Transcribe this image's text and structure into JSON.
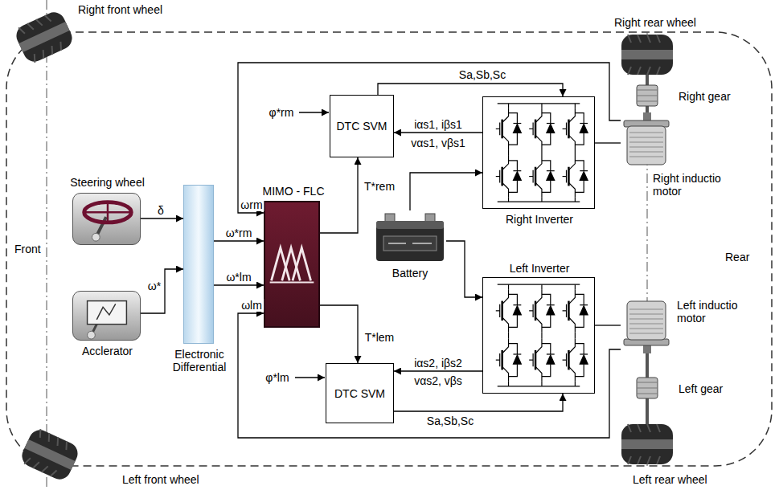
{
  "diagram": {
    "nodes": [
      {
        "text": [
          "Steering wheel"
        ]
      },
      {
        "text": [
          "Acclerator"
        ]
      },
      {
        "text": [
          "Electronic Differential"
        ]
      },
      {
        "text": [
          "MIMO - FLC"
        ]
      },
      {
        "text": [
          "DTC SVM"
        ]
      },
      {
        "text": [
          "DTC SVM"
        ]
      },
      {
        "text": [
          "Battery"
        ]
      },
      {
        "text": [
          "Right Inverter"
        ]
      },
      {
        "text": [
          "Left Inverter"
        ]
      },
      {
        "text": [
          "Right inductio motor"
        ]
      },
      {
        "text": [
          "Left inductio motor"
        ]
      }
    ],
    "edges": [
      {
        "from": 0,
        "to": 2,
        "label": "δ",
        "arrow": "to"
      },
      {
        "from": 1,
        "to": 2,
        "label": "ω*",
        "arrow": "to"
      },
      {
        "from": 2,
        "to": 3,
        "label": "ω*rm",
        "arrow": "to"
      },
      {
        "from": 2,
        "to": 3,
        "label": "ω*lm",
        "arrow": "to"
      },
      {
        "from": 9,
        "to": 3,
        "label": "ωrm",
        "arrow": "to"
      },
      {
        "from": 10,
        "to": 3,
        "label": "ωlm",
        "arrow": "to"
      },
      {
        "from": 3,
        "to": 4,
        "label": "T*rem",
        "arrow": "to"
      },
      {
        "from": 3,
        "to": 5,
        "label": "T*lem",
        "arrow": "to"
      },
      {
        "from": 4,
        "to": 7,
        "label": "Sa,Sb,Sc",
        "arrow": "to"
      },
      {
        "from": 7,
        "to": 4,
        "label": "iαs1, iβs1",
        "arrow": "to"
      },
      {
        "from": 6,
        "to": 7,
        "arrow": "to"
      },
      {
        "from": 6,
        "to": 8,
        "arrow": "to"
      },
      {
        "from": 5,
        "to": 8,
        "label": "Sa,Sb,Sc",
        "arrow": "to"
      },
      {
        "from": 8,
        "to": 5,
        "label": "iαs2, iβs2",
        "arrow": "to"
      },
      {
        "from": 7,
        "to": 9,
        "arrow": "none"
      },
      {
        "from": 8,
        "to": 10,
        "arrow": "none"
      }
    ],
    "labels": [
      "Right front wheel",
      "Right rear wheel",
      "Front",
      "Rear",
      "Right gear",
      "Left gear",
      "Left front wheel",
      "Left rear wheel",
      "φ*rm",
      "vαs1, vβs1",
      "φ*lm",
      "vαs2, vβs"
    ]
  }
}
